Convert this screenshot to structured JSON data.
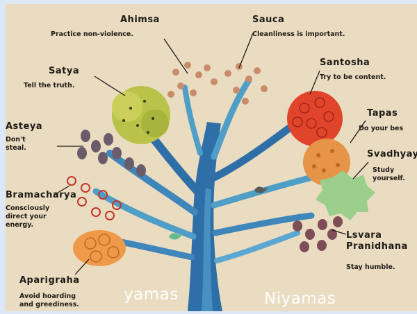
{
  "labels": {
    "ahimsa": {
      "title": "Ahimsa",
      "desc": "Practice non-violence."
    },
    "sauca": {
      "title": "Sauca",
      "desc": "Cleanliness is important."
    },
    "satya": {
      "title": "Satya",
      "desc": "Tell the truth."
    },
    "santosha": {
      "title": "Santosha",
      "desc": "Try to be content."
    },
    "asteya": {
      "title": "Asteya",
      "desc": "Don't\nsteal."
    },
    "tapas": {
      "title": "Tapas",
      "desc": "Do your bes"
    },
    "svadhyaya": {
      "title": "Svadhyay",
      "desc": "Study\nyourself."
    },
    "bramacharya": {
      "title": "Bramacharya",
      "desc": "Consciously\ndirect your\nenergy."
    },
    "isvara": {
      "title": "Lsvara\nPranidhana",
      "desc": "Stay humble."
    },
    "aparigraha": {
      "title": "Aparigraha",
      "desc": "Avoid hoarding\nand greediness."
    }
  },
  "captions": {
    "left": "yamas",
    "right": "Niyamas"
  },
  "colors": {
    "background": "#eadcc0",
    "trunk": "#2f6fa8",
    "branch": "#4f9ec8",
    "satya_tree": "#b9c34a",
    "santosha_tree": "#e0452b",
    "tapas_tree": "#e69447",
    "svadhyaya_tree": "#9ccf8b",
    "aparigraha_tree": "#ef9a4a"
  }
}
